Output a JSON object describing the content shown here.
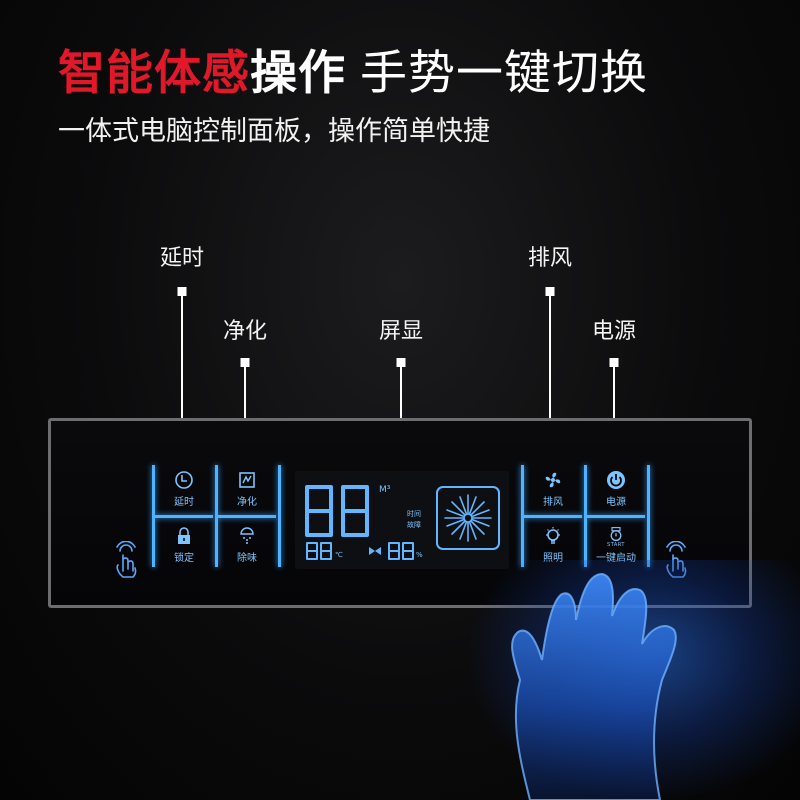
{
  "headline": {
    "red_part": "智能体感",
    "white_part": "操作",
    "light_part": "手势一键切换"
  },
  "subline": "一体式电脑控制面板，操作简单快捷",
  "callouts": {
    "delay": "延时",
    "purify": "净化",
    "display": "屏显",
    "exhaust": "排风",
    "power": "电源"
  },
  "panel": {
    "buttons": {
      "delay": "延时",
      "purify": "净化",
      "lock": "锁定",
      "deodorize": "除味",
      "exhaust": "排风",
      "power": "电源",
      "lighting": "照明",
      "one_key_start": "一键启动",
      "start_small": "START"
    },
    "display": {
      "main_digits": "88",
      "unit_m3": "M³",
      "time_label": "时间",
      "fault_label": "故障",
      "temp_digits": "88",
      "temp_unit": "℃",
      "percent_digits": "88",
      "percent_unit": "%"
    }
  },
  "colors": {
    "accent_red": "#e0182a",
    "panel_blue": "#4fb4ff",
    "glow_blue": "#266ee6"
  }
}
